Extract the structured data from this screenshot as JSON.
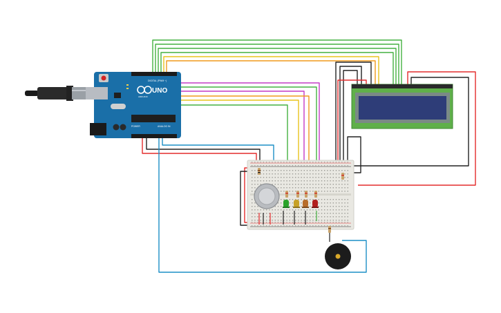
{
  "arduino": {
    "brand": "UNO",
    "digital_header": "DIGITAL (PWM ~)",
    "power_header": "POWER",
    "analog_header": "ANALOG IN",
    "logo": "ARDUINO"
  },
  "colors": {
    "board": "#1a6fa8",
    "breadboard": "#e9e8e2",
    "lcd_body": "#5fb04a",
    "lcd_screen": "#2e3d78",
    "wire_red": "#e32b2b",
    "wire_black": "#222222",
    "wire_green": "#44b040",
    "wire_yellow": "#e8c31c",
    "wire_orange": "#f09a1c",
    "wire_magenta": "#c43ac6",
    "wire_blue": "#1c8fc6",
    "led_green": "#29a329",
    "led_yellow": "#c7a126",
    "led_orange": "#b86d2a",
    "led_red": "#b21e1e"
  },
  "components": {
    "usb_cable": "usb-cable-icon",
    "gas_sensor": "gas-sensor-icon",
    "buzzer": "piezo-buzzer-icon",
    "lcd": "lcd-16x2-icon"
  }
}
